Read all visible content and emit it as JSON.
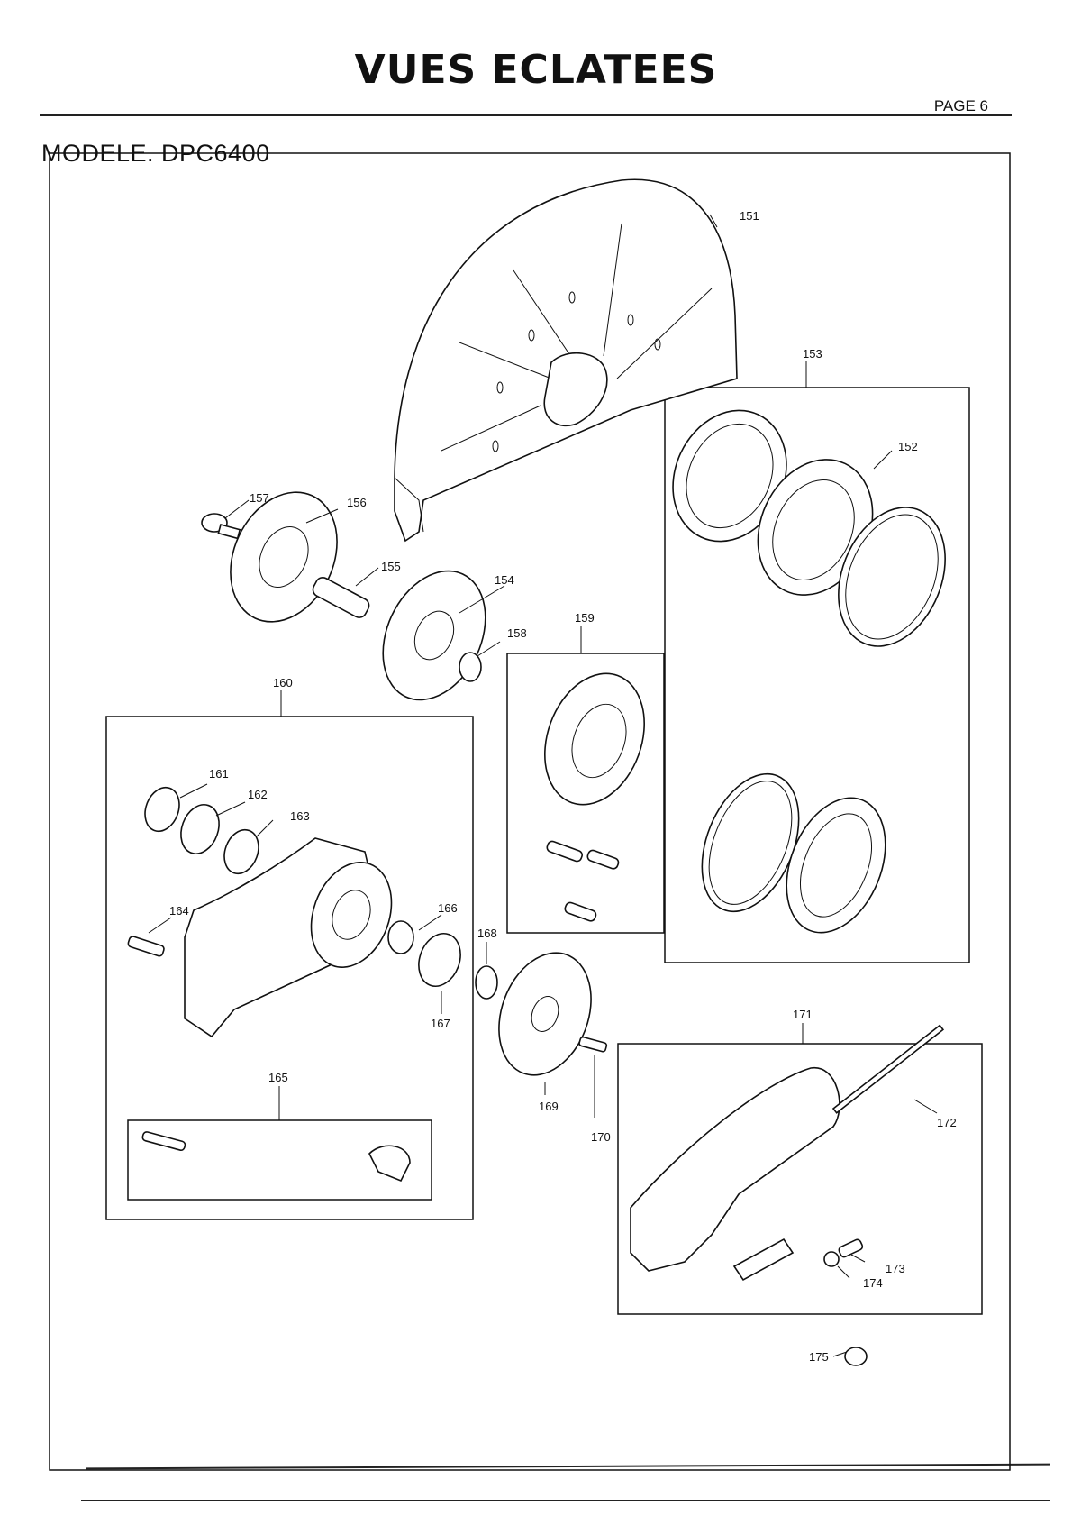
{
  "header": {
    "title": "VUES ECLATEES",
    "page": "PAGE 6",
    "model": "MODELE. DPC6400"
  },
  "parts": [
    "151",
    "152",
    "153",
    "154",
    "155",
    "156",
    "157",
    "158",
    "159",
    "160",
    "161",
    "162",
    "163",
    "164",
    "165",
    "166",
    "167",
    "168",
    "169",
    "170",
    "171",
    "172",
    "173",
    "174",
    "175"
  ]
}
